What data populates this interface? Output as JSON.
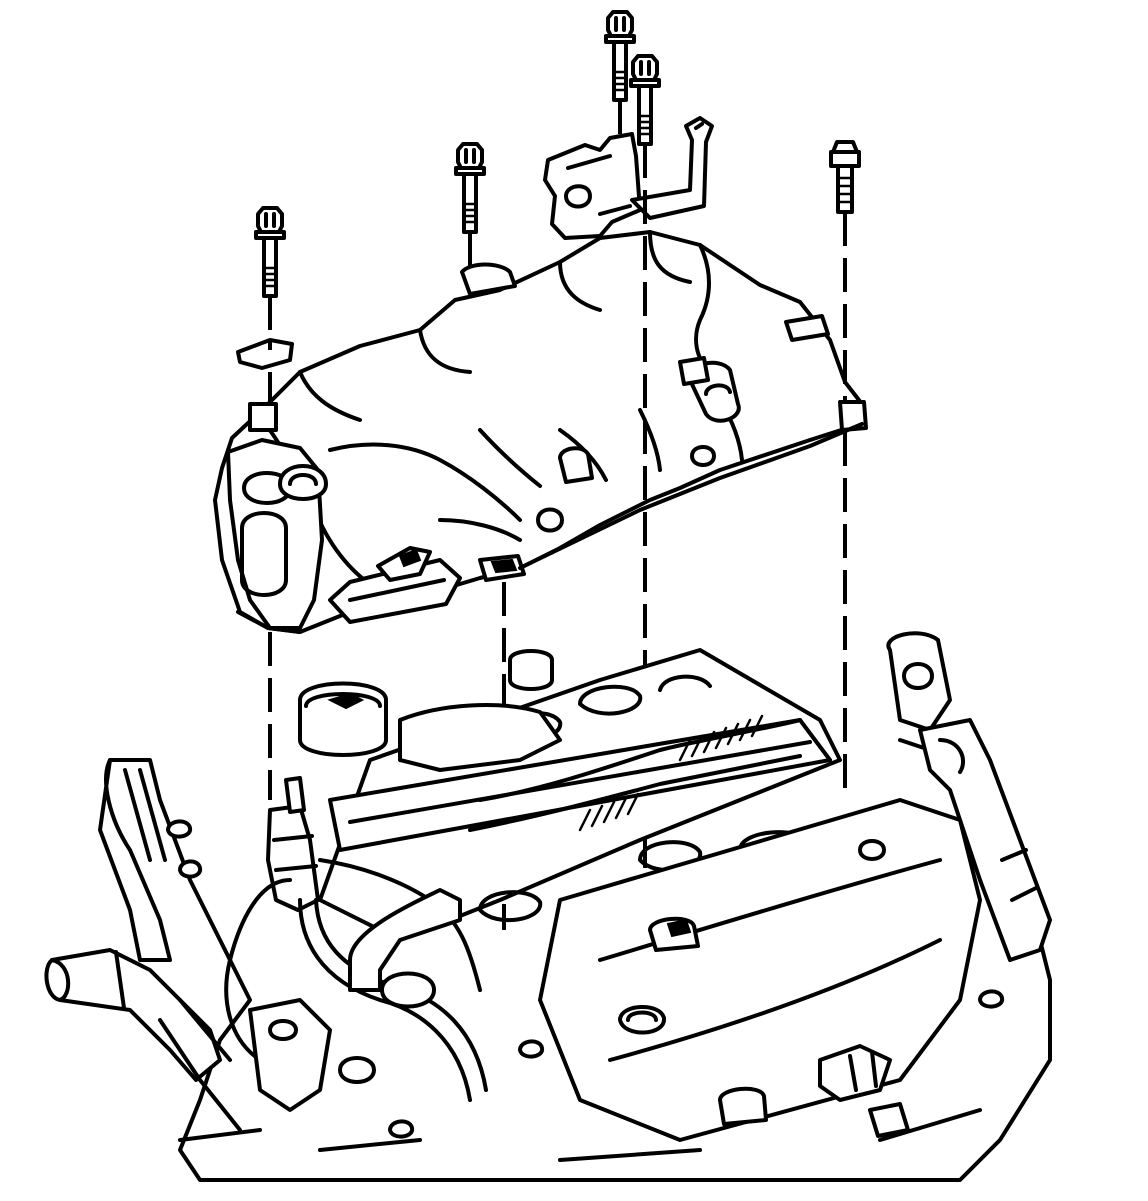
{
  "diagram": {
    "kind": "exploded-view",
    "ink_color": "#000000",
    "background_color": "#ffffff",
    "fasteners": [
      {
        "id": "bolt-1",
        "type": "flange-bolt"
      },
      {
        "id": "bolt-2",
        "type": "flange-bolt"
      },
      {
        "id": "bolt-3",
        "type": "flange-bolt"
      },
      {
        "id": "bolt-4",
        "type": "flange-bolt"
      },
      {
        "id": "bolt-5",
        "type": "flange-bolt"
      },
      {
        "id": "stud-6",
        "type": "stud"
      },
      {
        "id": "bolt-7",
        "type": "flange-bolt"
      }
    ],
    "parts": [
      "bracket",
      "upper-intake-manifold",
      "engine-assembly"
    ],
    "text_labels": []
  }
}
